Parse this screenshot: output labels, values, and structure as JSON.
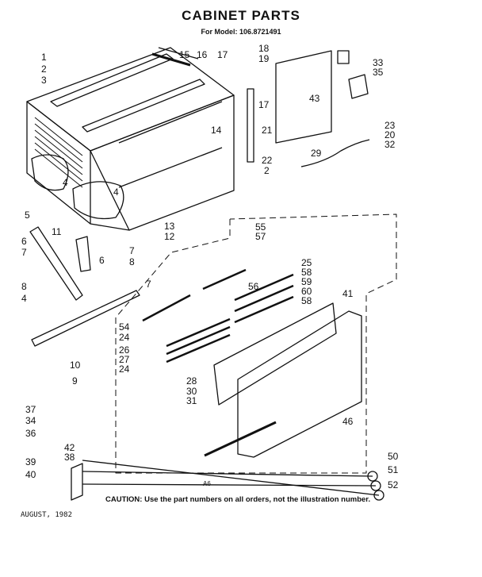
{
  "header": {
    "title": "CABINET PARTS",
    "model_line": "For Model: 106.8721491"
  },
  "caution": "CAUTION: Use the part numbers on all orders, not the illustration number.",
  "date": "AUGUST, 1982",
  "figure_code": "A6",
  "labels": [
    "1",
    "2",
    "3",
    "15",
    "16",
    "17",
    "18",
    "19",
    "33",
    "35",
    "43",
    "17",
    "21",
    "22",
    "2",
    "23",
    "20",
    "32",
    "29",
    "14",
    "4",
    "4",
    "5",
    "11",
    "13",
    "12",
    "6",
    "7",
    "6",
    "7",
    "8",
    "8",
    "4",
    "7",
    "55",
    "57",
    "25",
    "58",
    "59",
    "60",
    "58",
    "56",
    "41",
    "54",
    "24",
    "26",
    "27",
    "24",
    "28",
    "30",
    "31",
    "46",
    "10",
    "9",
    "37",
    "34",
    "36",
    "42",
    "38",
    "39",
    "40",
    "50",
    "51",
    "52"
  ]
}
